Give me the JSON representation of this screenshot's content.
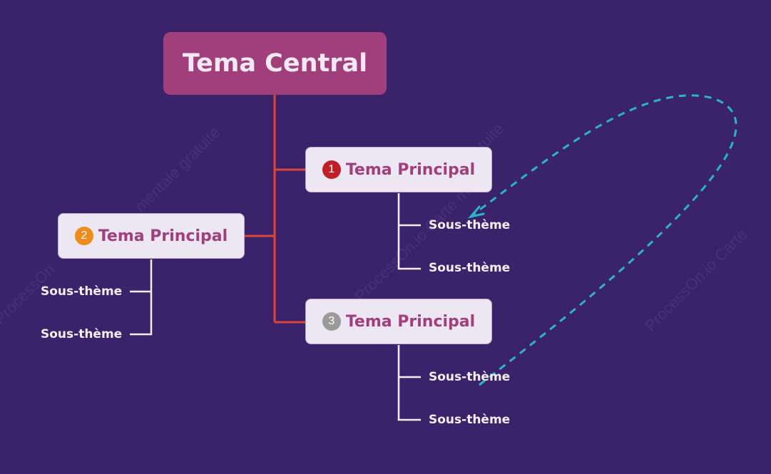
{
  "central_topic": {
    "label": "Tema Central"
  },
  "main_topics": [
    {
      "badge": "1",
      "label": "Tema Principal",
      "badge_color": "#c01f2a"
    },
    {
      "badge": "2",
      "label": "Tema Principal",
      "badge_color": "#f08c1c"
    },
    {
      "badge": "3",
      "label": "Tema Principal",
      "badge_color": "#9a9a9a"
    }
  ],
  "subtopics": {
    "topic1": [
      "Sous-thème",
      "Sous-thème"
    ],
    "topic2": [
      "Sous-thème",
      "Sous-thème"
    ],
    "topic3": [
      "Sous-thème",
      "Sous-thème"
    ]
  },
  "colors": {
    "background": "#3b236b",
    "central_fill": "#a03f7c",
    "main_fill": "#ede6f3",
    "connector": "#d9463a",
    "sub_connector": "#f3eef8",
    "relationship_arrow": "#2bb3c8"
  }
}
